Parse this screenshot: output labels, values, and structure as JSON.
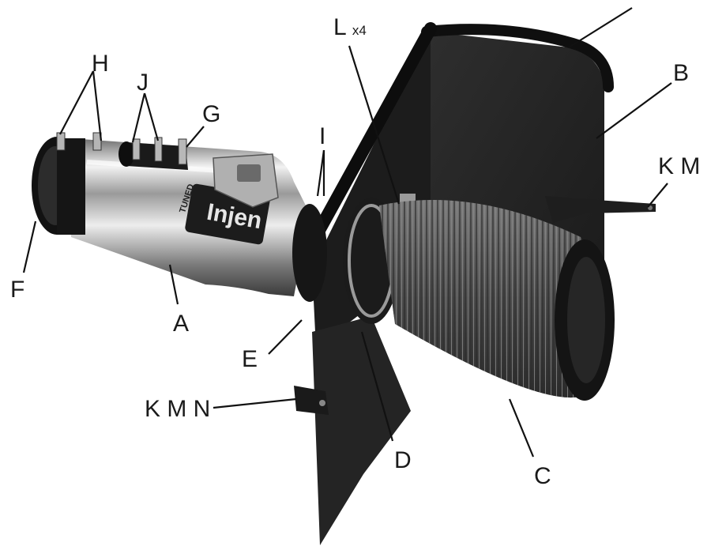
{
  "product": {
    "logo_text": "Injen",
    "logo_side_text": "TUNED"
  },
  "labels": {
    "A": "A",
    "B": "B",
    "C": "C",
    "D": "D",
    "E": "E",
    "F": "F",
    "G": "G",
    "H": "H",
    "I": "I",
    "J": "J",
    "K_M_right": "K M",
    "K_M_N": "K M N",
    "L": "L",
    "L_qty": "x4"
  },
  "colors": {
    "background": "#ffffff",
    "shield": "#262626",
    "filter": "#5a5a5a",
    "chrome": "#c8c8c8",
    "coupler": "#151515"
  }
}
